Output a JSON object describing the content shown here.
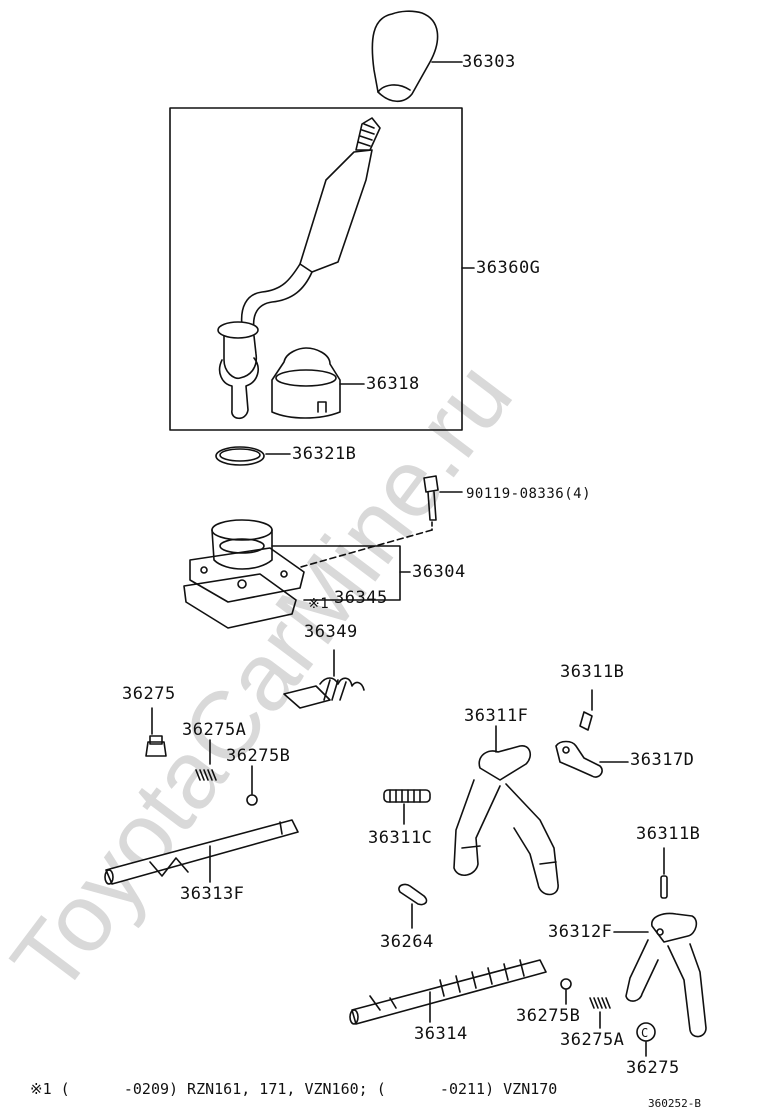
{
  "watermark": "ToyotaCarMine.ru",
  "parts": {
    "knob": "36303",
    "lever_assy": "36360G",
    "boot": "36318",
    "snap_ring": "36321B",
    "bolt": "90119-08336(4)",
    "retainer": "36304",
    "retainer_sub": "36345",
    "mark_1": "※1",
    "spring_36349": "36349",
    "plug_left": "36275",
    "spring_left": "36275A",
    "ball_left": "36275B",
    "shaft_36313f": "36313F",
    "spring_36311c": "36311C",
    "pin_36264": "36264",
    "shaft_36314": "36314",
    "pin_36311b_top": "36311B",
    "fork_36311f": "36311F",
    "head_36317d": "36317D",
    "pin_36311b_right": "36311B",
    "fork_36312f": "36312F",
    "ball_right": "36275B",
    "spring_right": "36275A",
    "plug_right": "36275"
  },
  "footnote": "※1 (      -0209) RZN161, 171, VZN160; (      -0211) VZN170",
  "diagram_code": "360252-B"
}
